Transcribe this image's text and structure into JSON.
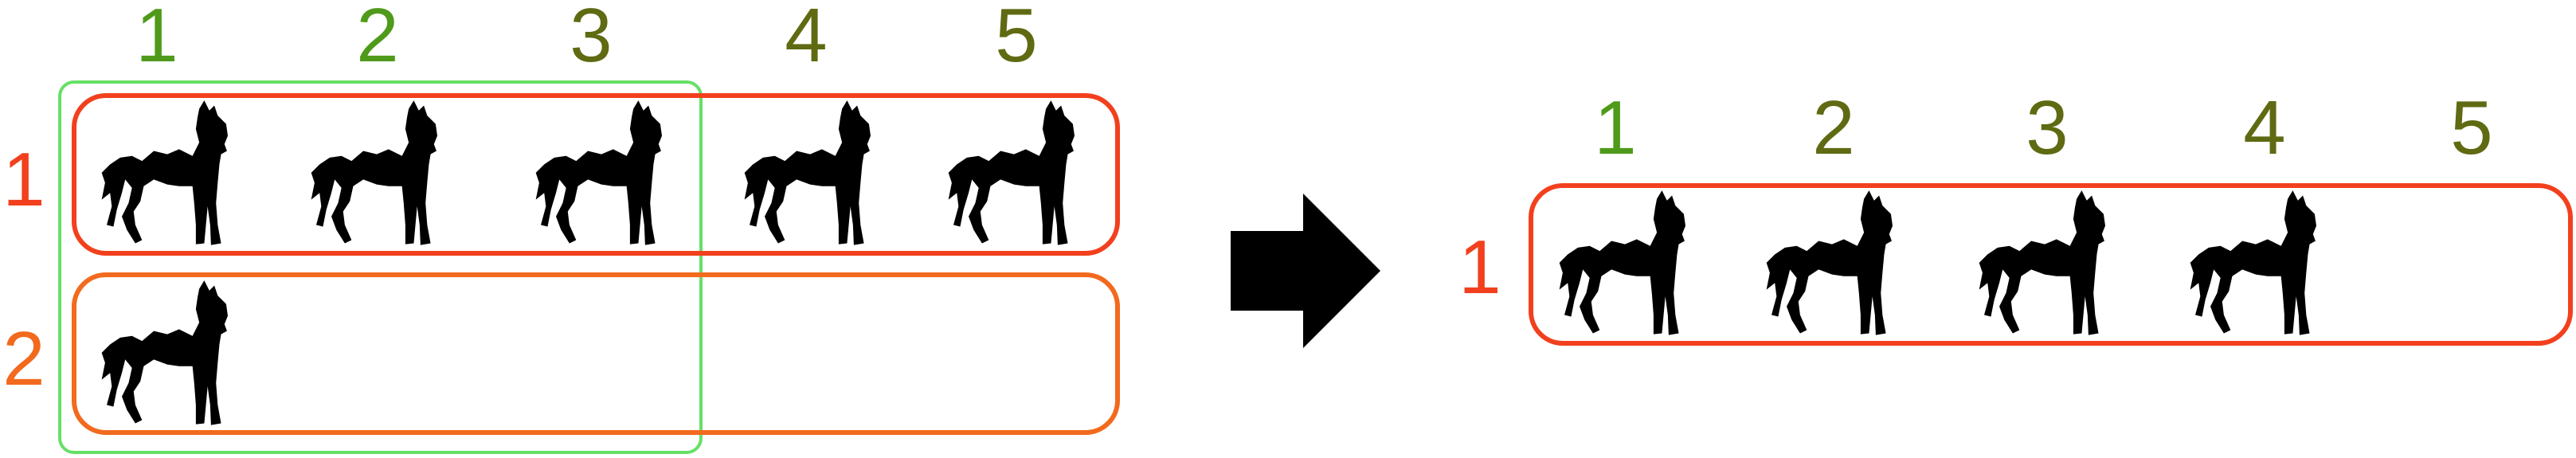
{
  "colors": {
    "column_number_green": "#4f9a1a",
    "column_number_olive": "#5f6a12",
    "row_1": "#f2401e",
    "row_2": "#f26a1e",
    "column_group": "#66e066",
    "arrow": "#000000",
    "horse": "#000000"
  },
  "left_panel": {
    "column_numbers": [
      "1",
      "2",
      "3",
      "4",
      "5"
    ],
    "row_numbers": [
      "1",
      "2"
    ],
    "rows": [
      {
        "number": "1",
        "horse_count": 5
      },
      {
        "number": "2",
        "horse_count": 1
      }
    ],
    "selected_columns": [
      "1",
      "2",
      "3"
    ]
  },
  "arrow": {
    "icon": "right-arrow-icon",
    "direction": "right"
  },
  "right_panel": {
    "column_numbers": [
      "1",
      "2",
      "3",
      "4",
      "5"
    ],
    "row_numbers": [
      "1"
    ],
    "rows": [
      {
        "number": "1",
        "horse_count": 4
      }
    ]
  }
}
